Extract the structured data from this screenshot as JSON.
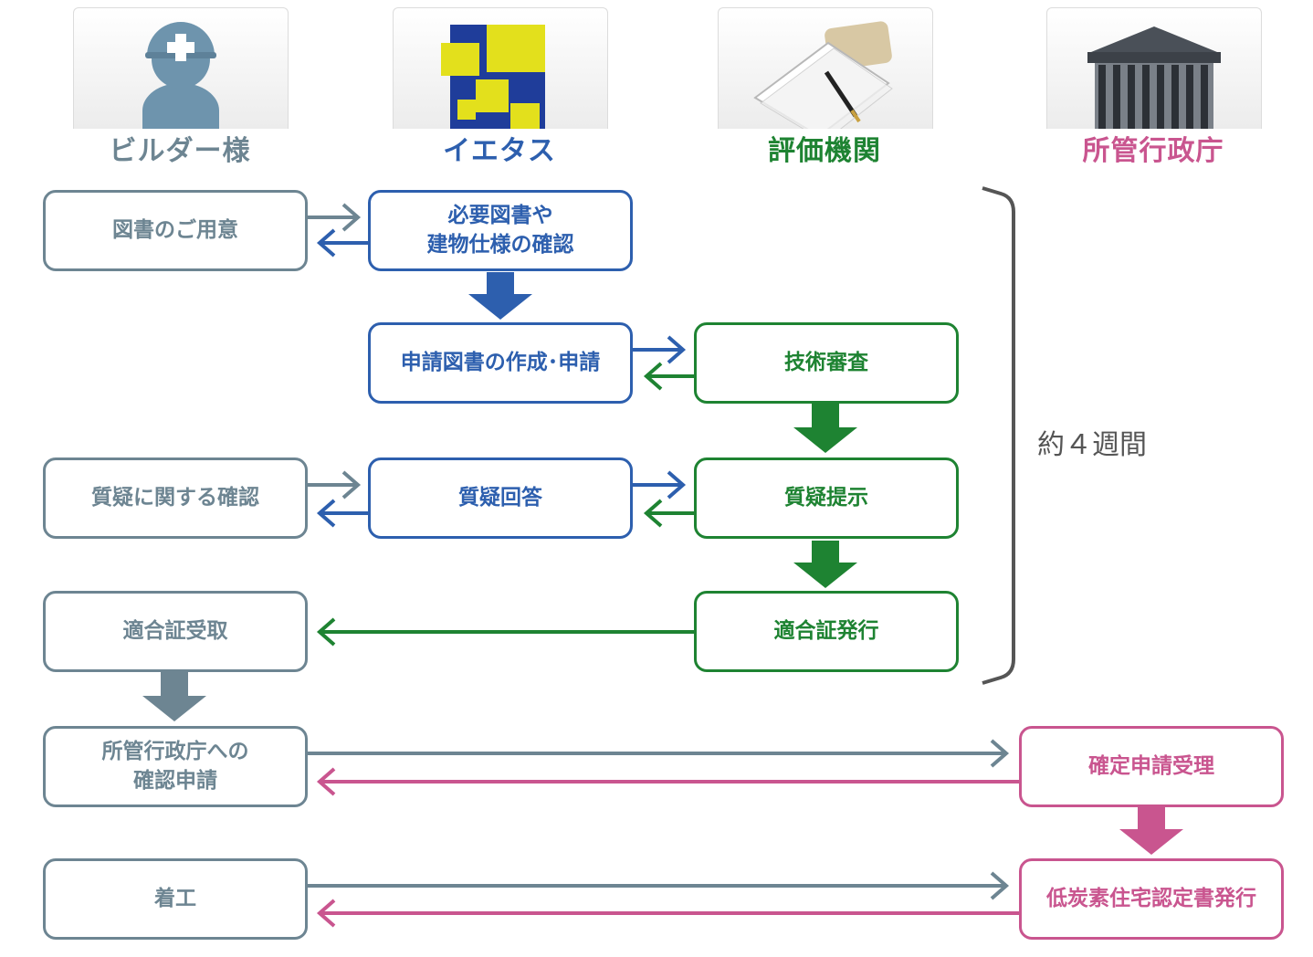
{
  "columns": {
    "builder": "ビルダー様",
    "ietasu": "イエタス",
    "agency": "評価機関",
    "government": "所管行政庁"
  },
  "icons": {
    "builder": "worker-person-icon",
    "ietasu": "ietasu-logo-icon",
    "agency": "document-pen-icon",
    "government": "government-building-icon"
  },
  "boxes": {
    "prepare_docs": "図書のご用意",
    "check_docs": "必要図書や\n建物仕様の確認",
    "create_apply": "申請図書の作成･申請",
    "tech_review": "技術審査",
    "inquiry_confirm": "質疑に関する確認",
    "inquiry_answer": "質疑回答",
    "inquiry_present": "質疑提示",
    "cert_receive": "適合証受取",
    "cert_issue": "適合証発行",
    "gov_apply": "所管行政庁への\n確認申請",
    "gov_accept": "確定申請受理",
    "construction": "着工",
    "cert_lowcarbon": "低炭素住宅認定書発行"
  },
  "duration_label": "約４週間",
  "colors": {
    "gray": "#6d8592",
    "blue": "#2d5fae",
    "green": "#1e8332",
    "pink": "#c9558f",
    "bracket": "#555555"
  }
}
